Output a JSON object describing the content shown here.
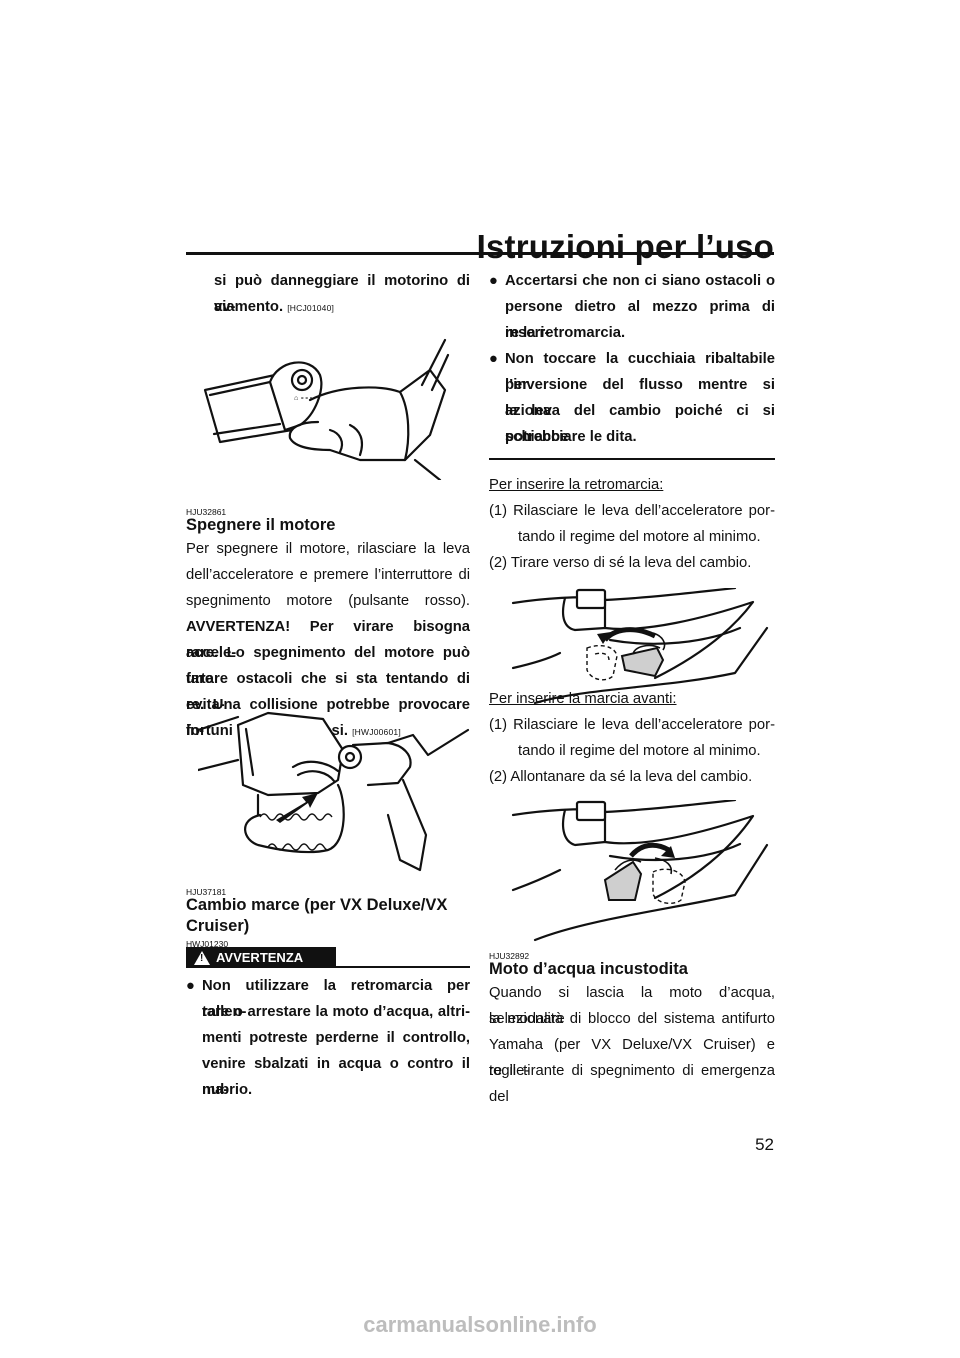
{
  "header": {
    "title": "Istruzioni per l’uso",
    "page_number": "52"
  },
  "left": {
    "intro_line1": "si può danneggiare il motorino di av-",
    "intro_line2": "viamento.",
    "intro_code": "[HCJ01040]",
    "sec1_code": "HJU32861",
    "sec1_title": "Spegnere il motore",
    "sec1_lines": [
      "Per spegnere il motore, rilasciare la leva",
      "dell’acceleratore e premere l’interruttore di",
      "spegnimento motore (pulsante rosso).",
      "AVVERTENZA! Per virare bisogna accele-",
      "rare. Lo spegnimento del motore può fare",
      "urtare ostacoli che si sta tentando di evita-",
      "re. Una collisione potrebbe provocare in-",
      "fortuni gravi o decessi."
    ],
    "sec1_code_end": "[HWJ00601]",
    "sec2_code": "HJU37181",
    "sec2_title_1": "Cambio marce (per VX Deluxe/VX",
    "sec2_title_2": "Cruiser)",
    "warn_code": "HWJ01230",
    "warn_label": "AVVERTENZA",
    "warn_lines": [
      "Non utilizzare la retromarcia per rallen-",
      "tare o arrestare la moto d’acqua, altri-",
      "menti potreste perderne il controllo,",
      "venire sbalzati in acqua o contro il ma-",
      "nubrio."
    ]
  },
  "right": {
    "bullet2_lines": [
      "Accertarsi che non ci siano ostacoli o",
      "persone dietro al mezzo prima di inseri-",
      "re la retromarcia."
    ],
    "bullet3_lines": [
      "Non toccare la cucchiaia ribaltabile per",
      "l’inversione del flusso mentre si aziona",
      "la leva del cambio poiché ci si potrebbe",
      "schiacciare le dita."
    ],
    "reverse_heading": "Per inserire la retromarcia:",
    "reverse_steps": [
      "(1)  Rilasciare le leva dell’acceleratore por-",
      "tando il regime del motore al minimo.",
      "(2)  Tirare verso di sé la leva del cambio."
    ],
    "forward_heading": "Per inserire la marcia avanti:",
    "forward_steps": [
      "(1)  Rilasciare le leva dell’acceleratore por-",
      "tando il regime del motore al minimo.",
      "(2)  Allontanare da sé la leva del cambio."
    ],
    "sec3_code": "HJU32892",
    "sec3_title": "Moto d’acqua incustodita",
    "sec3_lines": [
      "Quando si lascia la moto d’acqua, selezionare",
      "la modalità di blocco del sistema antifurto",
      "Yamaha (per VX Deluxe/VX Cruiser) e toglie-",
      "re il tirante di spegnimento di emergenza del"
    ]
  },
  "watermark": "carmanualsonline.info"
}
